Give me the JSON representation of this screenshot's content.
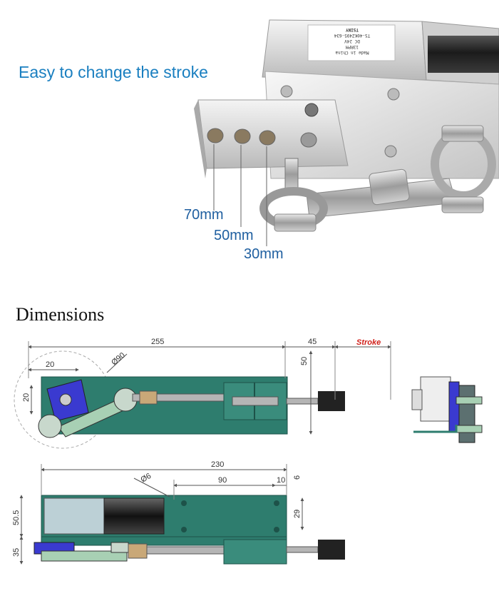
{
  "photo": {
    "headline": "Easy to change the stroke",
    "stroke_options": [
      "70mm",
      "50mm",
      "30mm"
    ],
    "label_plate": {
      "brand": "TSINY",
      "model": "TS-40KZ495-634",
      "voltage": "DC 24V",
      "rpm": "13RPM",
      "made_in": "Made in China"
    }
  },
  "dimensions": {
    "title": "Dimensions",
    "top_view": {
      "overall_length": "255",
      "extension": "45",
      "stroke_label": "Stroke",
      "height": "50",
      "pivot_offset_x": "20",
      "pivot_offset_y": "20",
      "swing_diameter": "Ø90"
    },
    "bottom_view": {
      "overall_length": "230",
      "hole_spacing": "90",
      "edge_offset": "10",
      "hole_diameter": "Ø6",
      "plate_height": "29",
      "right_gap": "6",
      "body_height": "50.5",
      "rod_height": "35"
    }
  },
  "colors": {
    "headline": "#1a7fc0",
    "stroke_tag": "#d0201a",
    "body_green": "#2e7d6e",
    "dim_line": "#555555"
  }
}
